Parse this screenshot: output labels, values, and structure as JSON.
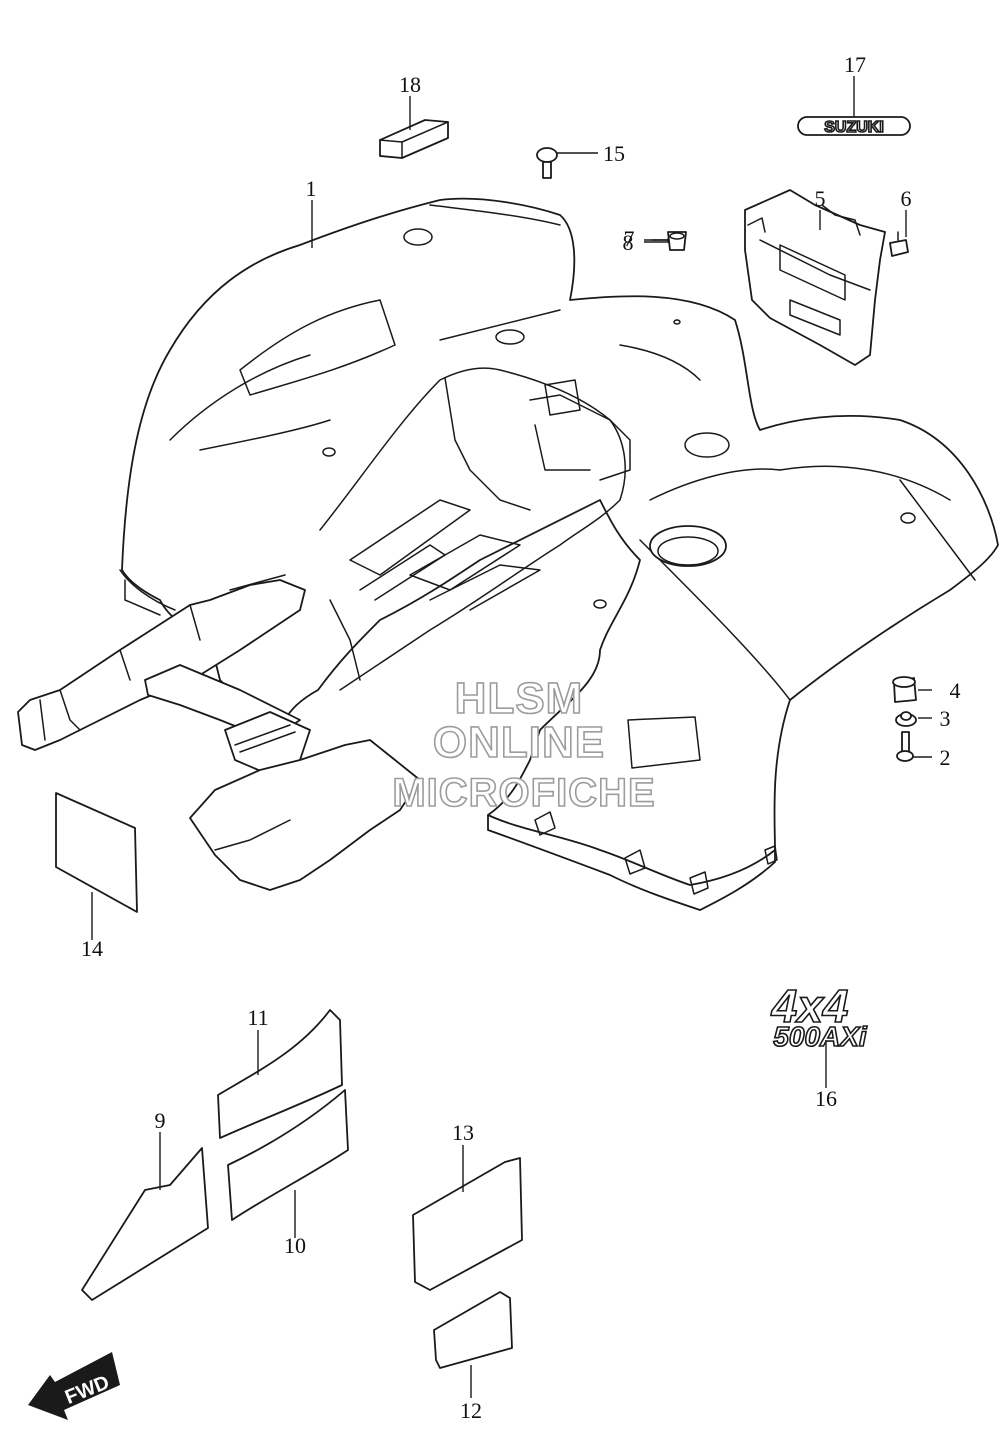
{
  "diagram": {
    "callouts": [
      {
        "id": "1",
        "label": "1"
      },
      {
        "id": "2",
        "label": "2"
      },
      {
        "id": "3",
        "label": "3"
      },
      {
        "id": "4",
        "label": "4"
      },
      {
        "id": "5",
        "label": "5"
      },
      {
        "id": "6",
        "label": "6"
      },
      {
        "id": "7",
        "label": "7"
      },
      {
        "id": "8",
        "label": "8"
      },
      {
        "id": "9",
        "label": "9"
      },
      {
        "id": "10",
        "label": "10"
      },
      {
        "id": "11",
        "label": "11"
      },
      {
        "id": "12",
        "label": "12"
      },
      {
        "id": "13",
        "label": "13"
      },
      {
        "id": "14",
        "label": "14"
      },
      {
        "id": "15",
        "label": "15"
      },
      {
        "id": "16",
        "label": "16"
      },
      {
        "id": "17",
        "label": "17"
      },
      {
        "id": "18",
        "label": "18"
      }
    ],
    "emblem_17_text": "SUZUKI",
    "emblem_16_line1": "4x4",
    "emblem_16_line2": "500AXi",
    "direction_label": "FWD",
    "watermark": {
      "line1": "HLSM",
      "line2": "ONLINE",
      "line3": "MICROFICHE"
    }
  }
}
